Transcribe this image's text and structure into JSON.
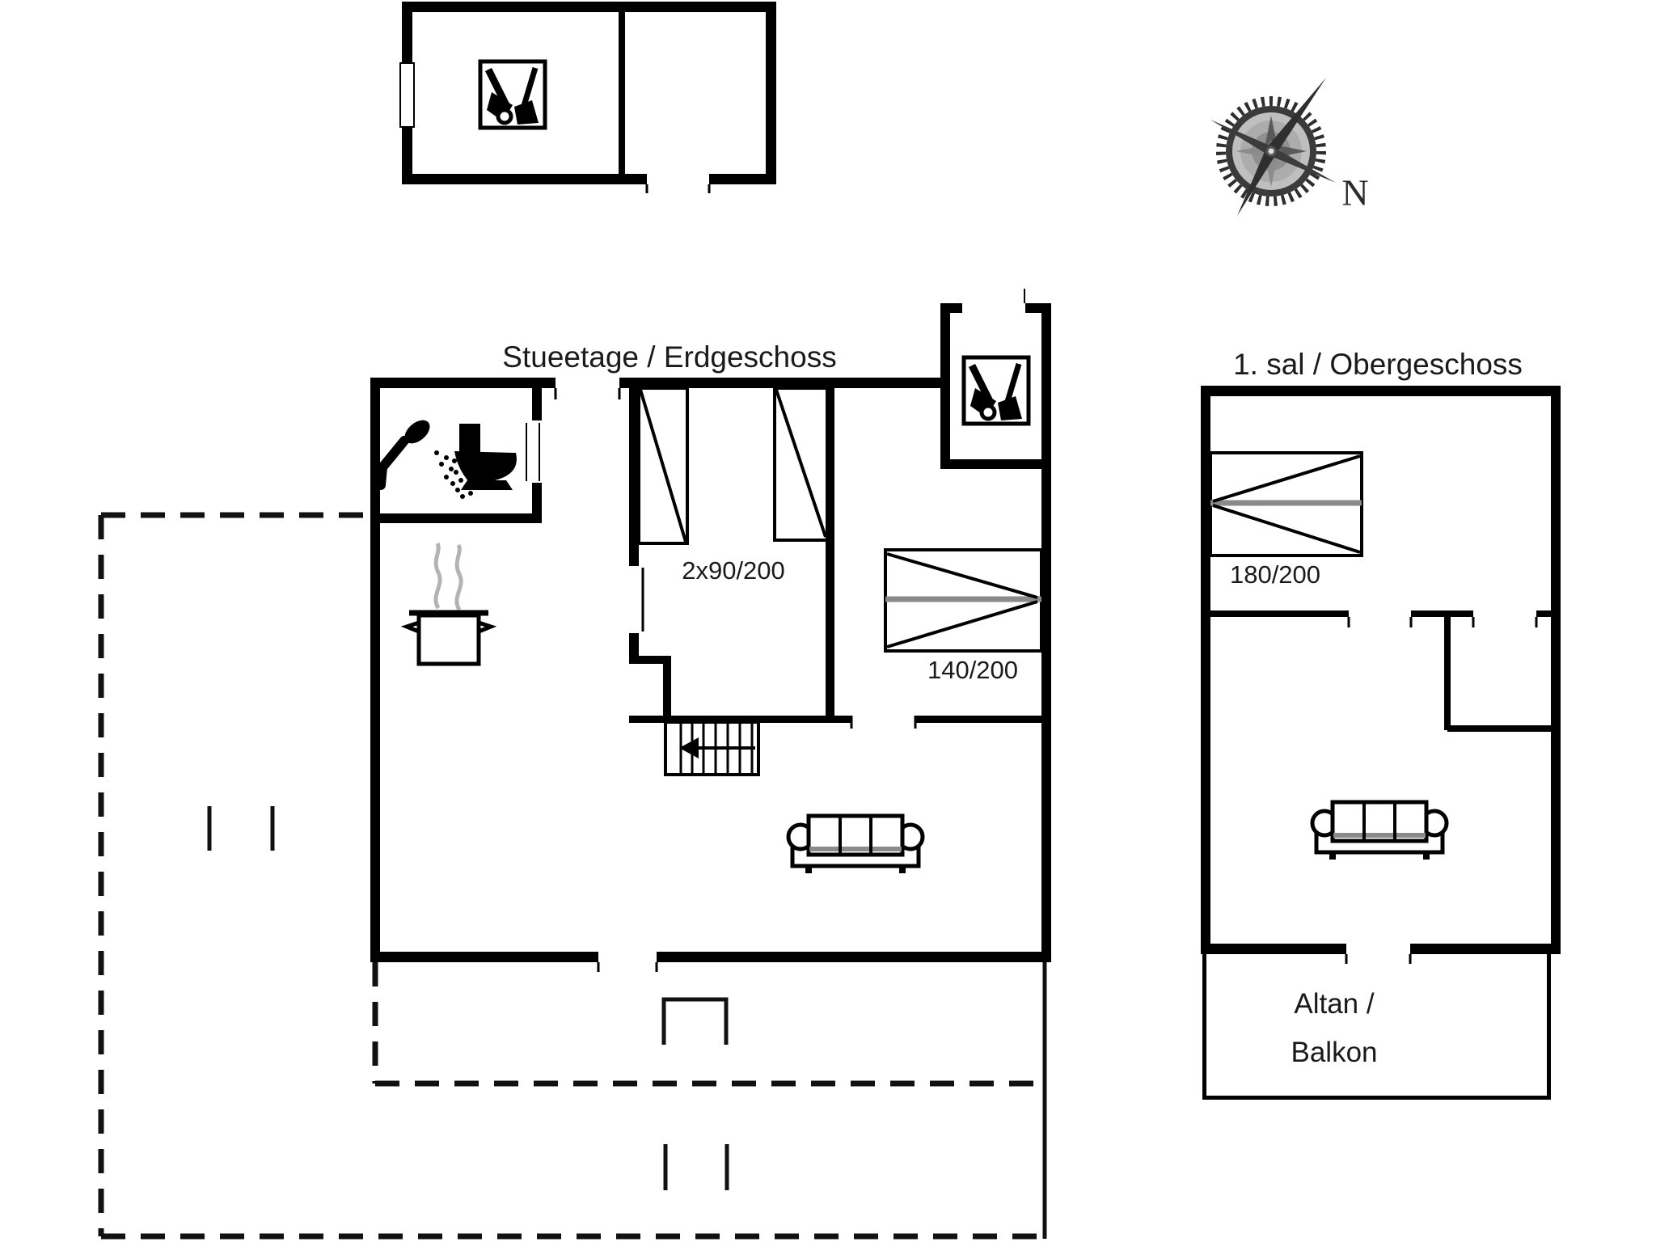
{
  "document_type": "holiday-house floor plan",
  "colors": {
    "line": "#000000",
    "text": "#1a1a1a",
    "bed_divider": "#8a8a8a",
    "steam": "#b3b3b3",
    "compass_ring": "#3b3b3b"
  },
  "compass": {
    "label": "N",
    "icon": "compass-rose-icon"
  },
  "annex": {
    "icons": [
      "cleaning-equipment-icon"
    ],
    "features": [
      "two rooms",
      "window on left wall",
      "door in bottom wall"
    ]
  },
  "ground_floor": {
    "title": "Stueetage / Erdgeschoss",
    "bed_labels": {
      "twin": "2x90/200",
      "double": "140/200"
    },
    "icons": [
      "shower-icon",
      "toilet-icon",
      "cooking-pot-icon",
      "cleaning-equipment-icon",
      "stairs-icon",
      "sofa-icon"
    ],
    "features": [
      "bathroom",
      "kitchen",
      "bedroom with two single beds",
      "bedroom with double bed",
      "utility alcove",
      "living room",
      "stairs to upper floor",
      "dashed terrace outline with entrance step"
    ]
  },
  "upper_floor": {
    "title": "1. sal / Obergeschoss",
    "bed_labels": {
      "double": "180/200"
    },
    "balcony_label_line1": "Altan /",
    "balcony_label_line2": "Balkon",
    "icons": [
      "sofa-icon"
    ],
    "features": [
      "bedroom with double bed",
      "closet",
      "living area with sofa",
      "balcony"
    ]
  }
}
